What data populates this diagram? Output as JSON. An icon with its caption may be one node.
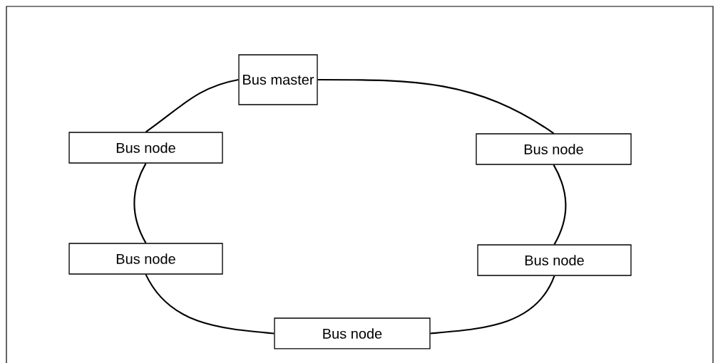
{
  "diagram": {
    "nodes": [
      {
        "text": [
          "Bus master"
        ]
      },
      {
        "text": [
          "Bus node"
        ]
      },
      {
        "text": [
          "Bus node"
        ]
      },
      {
        "text": [
          "Bus node"
        ]
      },
      {
        "text": [
          "Bus node"
        ]
      },
      {
        "text": [
          "Bus node"
        ]
      }
    ],
    "edges": [
      {
        "from": 0,
        "to": 2,
        "arrow": "none"
      },
      {
        "from": 2,
        "to": 4,
        "arrow": "none"
      },
      {
        "from": 4,
        "to": 5,
        "arrow": "none"
      },
      {
        "from": 5,
        "to": 3,
        "arrow": "none"
      },
      {
        "from": 3,
        "to": 1,
        "arrow": "none"
      },
      {
        "from": 1,
        "to": 0,
        "arrow": "none"
      }
    ]
  }
}
